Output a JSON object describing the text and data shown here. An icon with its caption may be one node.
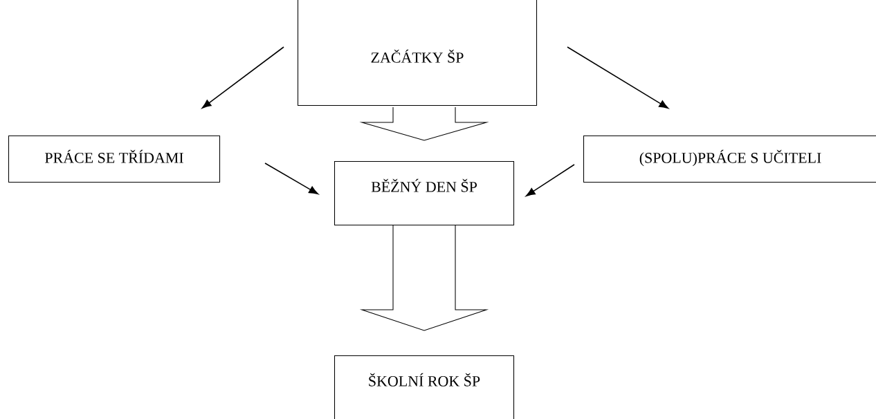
{
  "diagram": {
    "nodes": [
      {
        "text": [
          "ZAČÁTKY ŠP"
        ]
      },
      {
        "text": [
          "PRÁCE SE TŘÍDAMI"
        ]
      },
      {
        "text": [
          "(SPOLU)PRÁCE S UČITELI"
        ]
      },
      {
        "text": [
          "BĚŽNÝ DEN ŠP"
        ]
      },
      {
        "text": [
          "ŠKOLNÍ ROK ŠP"
        ]
      }
    ],
    "edges": [
      {
        "from": 0,
        "to": 1,
        "arrow": "to"
      },
      {
        "from": 0,
        "to": 2,
        "arrow": "to"
      },
      {
        "from": 0,
        "to": 3,
        "arrow": "to"
      },
      {
        "from": 1,
        "to": 3,
        "arrow": "to"
      },
      {
        "from": 2,
        "to": 3,
        "arrow": "to"
      },
      {
        "from": 3,
        "to": 4,
        "arrow": "to"
      }
    ]
  }
}
